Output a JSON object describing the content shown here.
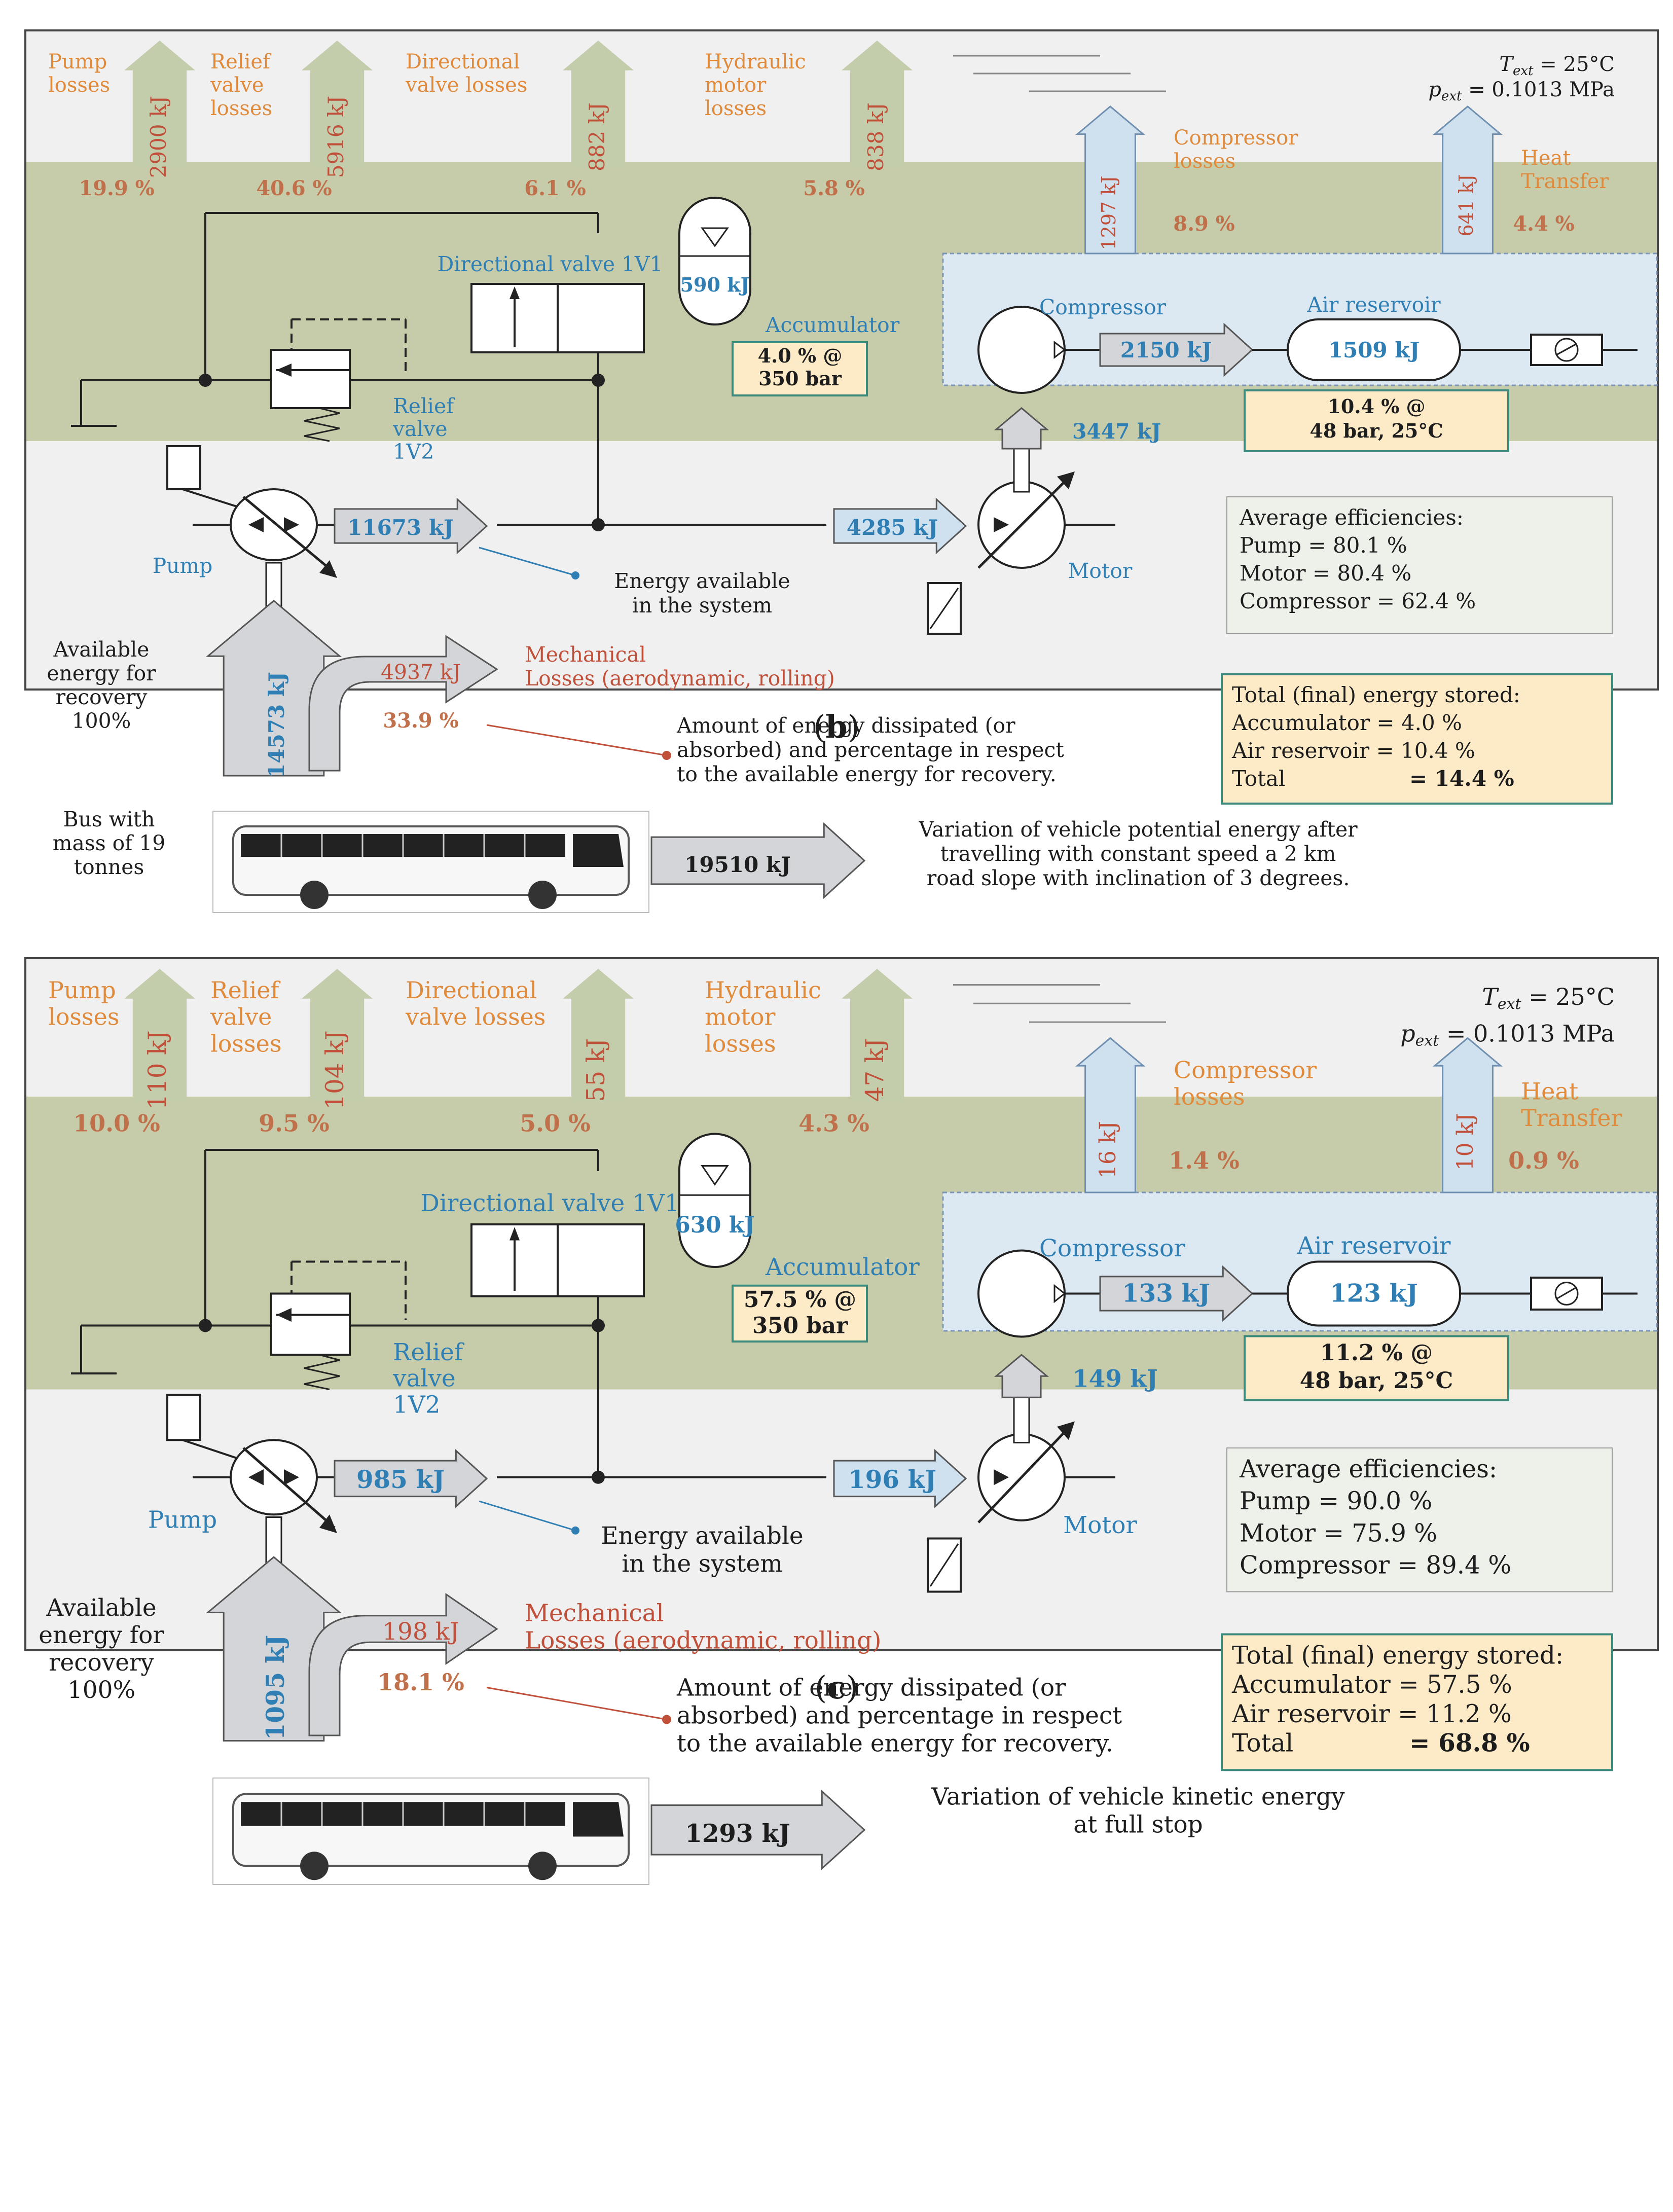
{
  "panels": [
    {
      "id": "b",
      "caption": "(b)",
      "caption_letter": "b",
      "ambient": {
        "t_ext": "T",
        "t_ext_sub": "ext",
        "t_ext_val": " = 25°C",
        "p_ext": "p",
        "p_ext_sub": "ext",
        "p_ext_val": " = 0.1013 MPa"
      },
      "losses": [
        {
          "label": [
            "Pump",
            "losses"
          ],
          "energy": "2900 kJ",
          "percent": "19.9 %"
        },
        {
          "label": [
            "Relief",
            "valve",
            "losses"
          ],
          "energy": "5916 kJ",
          "percent": "40.6 %"
        },
        {
          "label": [
            "Directional",
            "valve losses"
          ],
          "energy": "882 kJ",
          "percent": "6.1 %"
        },
        {
          "label": [
            "Hydraulic",
            "motor",
            "losses"
          ],
          "energy": "838 kJ",
          "percent": "5.8 %"
        }
      ],
      "compressor_loss": {
        "label": [
          "Compressor",
          "losses"
        ],
        "energy": "1297 kJ",
        "percent": "8.9 %"
      },
      "heat_transfer": {
        "label": [
          "Heat",
          "Transfer"
        ],
        "energy": "641 kJ",
        "percent": "4.4 %"
      },
      "directional_valve": "Directional valve 1V1",
      "accumulator": {
        "energy": "590 kJ",
        "label": "Accumulator",
        "state": [
          "4.0 % @",
          "350 bar"
        ]
      },
      "relief_valve": [
        "Relief",
        "valve",
        "1V2"
      ],
      "compressor": {
        "label": "Compressor",
        "out_energy": "2150 kJ",
        "in_energy": "3447 kJ"
      },
      "air_reservoir": {
        "label": "Air reservoir",
        "energy": "1509 kJ",
        "state": [
          "10.4 % @",
          "48 bar, 25°C"
        ]
      },
      "pump": {
        "label": "Pump",
        "out_energy": "11673 kJ"
      },
      "motor": {
        "label": "Motor",
        "in_energy": "4285 kJ"
      },
      "energy_available": [
        "Energy available",
        "in the system"
      ],
      "efficiencies": [
        "Average efficiencies:",
        "Pump = 80.1 %",
        "Motor = 80.4 %",
        "Compressor = 62.4 %"
      ],
      "available_energy": {
        "label": [
          "Available",
          "energy for",
          "recovery",
          "100%"
        ],
        "energy": "14573 kJ"
      },
      "mechanical_losses": {
        "energy": "4937 kJ",
        "label": [
          "Mechanical",
          "Losses (aerodynamic, rolling)"
        ],
        "percent": "33.9 %"
      },
      "dissipated_note": [
        "Amount of energy dissipated (or",
        "absorbed) and percentage in respect",
        "to the available energy for recovery."
      ],
      "total_stored": {
        "title": "Total (final) energy stored:",
        "accumulator": "Accumulator = 4.0 %",
        "air_reservoir": "Air reservoir = 10.4 %",
        "total_label": "Total",
        "total_value": "= 14.4 %"
      },
      "bus_label": [
        "Bus with",
        "mass of 19",
        "tonnes"
      ],
      "vehicle_energy": "19510 kJ",
      "vehicle_note": [
        "Variation of vehicle potential energy after",
        "travelling with constant speed a 2 km",
        "road slope with inclination of 3 degrees."
      ]
    },
    {
      "id": "c",
      "caption": "(c)",
      "caption_letter": "c",
      "ambient": {
        "t_ext": "T",
        "t_ext_sub": "ext",
        "t_ext_val": " = 25°C",
        "p_ext": "p",
        "p_ext_sub": "ext",
        "p_ext_val": " = 0.1013 MPa"
      },
      "losses": [
        {
          "label": [
            "Pump",
            "losses"
          ],
          "energy": "110 kJ",
          "percent": "10.0 %"
        },
        {
          "label": [
            "Relief",
            "valve",
            "losses"
          ],
          "energy": "104 kJ",
          "percent": "9.5 %"
        },
        {
          "label": [
            "Directional",
            "valve losses"
          ],
          "energy": "55 kJ",
          "percent": "5.0 %"
        },
        {
          "label": [
            "Hydraulic",
            "motor",
            "losses"
          ],
          "energy": "47 kJ",
          "percent": "4.3 %"
        }
      ],
      "compressor_loss": {
        "label": [
          "Compressor",
          "losses"
        ],
        "energy": "16 kJ",
        "percent": "1.4 %"
      },
      "heat_transfer": {
        "label": [
          "Heat",
          "Transfer"
        ],
        "energy": "10 kJ",
        "percent": "0.9 %"
      },
      "directional_valve": "Directional valve 1V1",
      "accumulator": {
        "energy": "630 kJ",
        "label": "Accumulator",
        "state": [
          "57.5 % @",
          "350 bar"
        ]
      },
      "relief_valve": [
        "Relief",
        "valve",
        "1V2"
      ],
      "compressor": {
        "label": "Compressor",
        "out_energy": "133 kJ",
        "in_energy": "149 kJ"
      },
      "air_reservoir": {
        "label": "Air reservoir",
        "energy": "123 kJ",
        "state": [
          "11.2 % @",
          "48 bar, 25°C"
        ]
      },
      "pump": {
        "label": "Pump",
        "out_energy": "985 kJ"
      },
      "motor": {
        "label": "Motor",
        "in_energy": "196 kJ"
      },
      "energy_available": [
        "Energy available",
        "in the system"
      ],
      "efficiencies": [
        "Average efficiencies:",
        "Pump = 90.0 %",
        "Motor = 75.9 %",
        "Compressor = 89.4 %"
      ],
      "available_energy": {
        "label": [
          "Available",
          "energy for",
          "recovery",
          "100%"
        ],
        "energy": "1095 kJ"
      },
      "mechanical_losses": {
        "energy": "198 kJ",
        "label": [
          "Mechanical",
          "Losses (aerodynamic, rolling)"
        ],
        "percent": "18.1 %"
      },
      "dissipated_note": [
        "Amount of energy dissipated (or",
        "absorbed) and percentage in respect",
        "to the available energy for recovery."
      ],
      "total_stored": {
        "title": "Total (final) energy stored:",
        "accumulator": "Accumulator = 57.5 %",
        "air_reservoir": "Air reservoir = 11.2 %",
        "total_label": "Total",
        "total_value": "= 68.8 %"
      },
      "bus_label": [],
      "vehicle_energy": "1293 kJ",
      "vehicle_note": [
        "Variation of vehicle kinetic energy",
        "at full stop"
      ]
    }
  ],
  "colors": {
    "loss_green": "#c3ccab",
    "panel_green": "#c6cca9",
    "panel_grey": "#f0f0f0",
    "air_blue": "#dce8f2",
    "arrow_grey": "#d3d5d8",
    "arrow_blue": "#cfe0ef",
    "text_orange": "#e08a3c",
    "text_red": "#c0503a",
    "text_blue": "#2f7fb5",
    "box_cream": "#fdebc8",
    "box_teal": "#3c8a7c"
  }
}
